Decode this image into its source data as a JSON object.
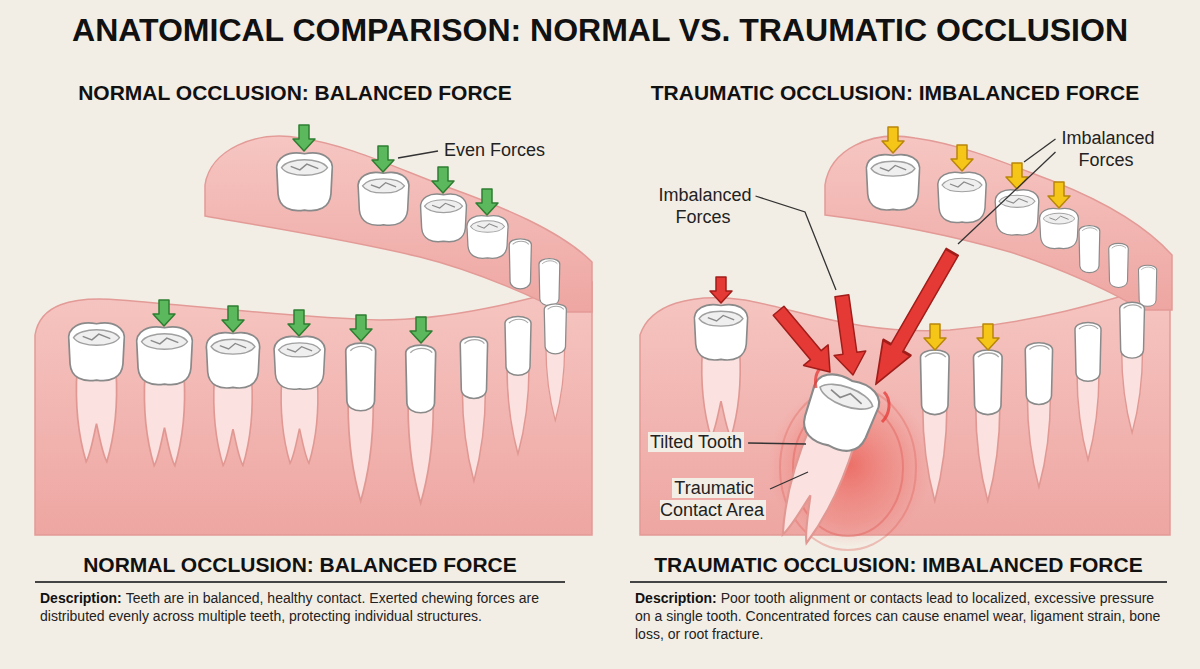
{
  "diagram": {
    "title": "ANATOMICAL COMPARISON: NORMAL VS. TRAUMATIC OCCLUSION",
    "nodes": [
      {
        "text": [
          "NORMAL OCCLUSION: BALANCED FORCE",
          "Description:",
          "Teeth are in balanced, healthy contact. Exerted chewing forces are distributed evenly across multiple teeth, protecting individual structures."
        ]
      },
      {
        "text": [
          "TRAUMATIC OCCLUSION: IMBALANCED FORCE",
          "Description:",
          "Poor tooth alignment or contacts lead to localized, excessive pressure on a single tooth. Concentrated forces can cause enamel wear, ligament strain, bone loss, or root fracture."
        ]
      }
    ],
    "labels": [
      "NORMAL OCCLUSION: BALANCED FORCE",
      "Even Forces",
      "TRAUMATIC OCCLUSION: IMBALANCED FORCE",
      "Imbalanced Forces",
      "Imbalanced Forces",
      "Tilted Tooth",
      "Traumatic Contact Area"
    ]
  }
}
